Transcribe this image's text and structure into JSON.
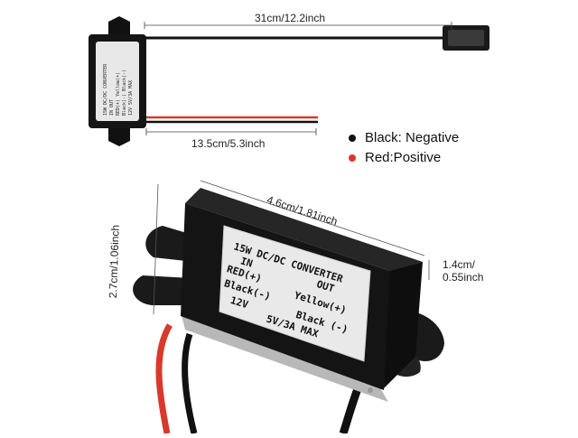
{
  "dimensions": {
    "cable_length": "31cm/12.2inch",
    "short_cable_length": "13.5cm/5.3inch",
    "width": "4.6cm/1.81inch",
    "height": "2.7cm/1.06inch",
    "depth_line1": "1.4cm/",
    "depth_line2": "0.55inch"
  },
  "legend": {
    "black": "Black: Negative",
    "red": "Red:Positive",
    "black_color": "#111111",
    "red_color": "#d8392b"
  },
  "module_label": {
    "line1": "15W DC/DC CONVERTER",
    "in": "IN",
    "out": "OUT",
    "red_plus": "RED(+)",
    "yellow_plus": "Yellow(+)",
    "black_minus_in": "Black(-)",
    "black_minus_out": "Black (-)",
    "volt_in": "12V",
    "volt_out": "5V/3A  MAX"
  },
  "small_label": {
    "line1": "15W DC/DC CONVERTER",
    "line2": "IN     OUT",
    "line3": "RED(+)  Yellow(+)",
    "line4": "Black(-) Black(-)",
    "line5": "12V  5V/3A MAX"
  }
}
